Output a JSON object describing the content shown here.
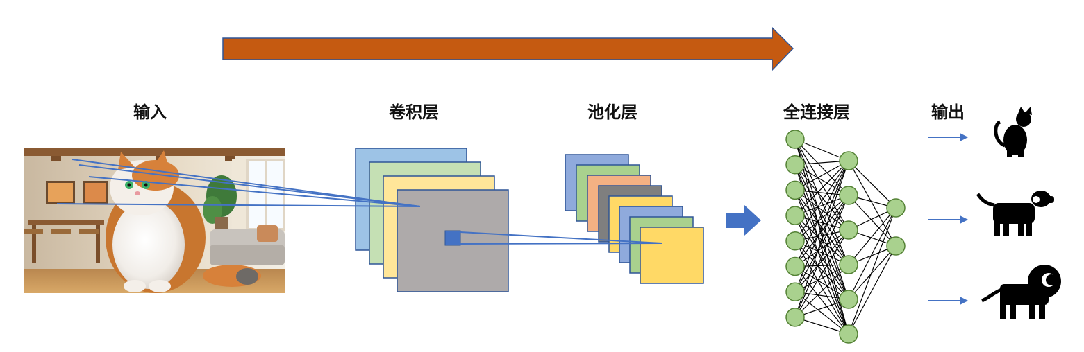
{
  "labels": {
    "input": "输入",
    "conv": "卷积层",
    "pool": "池化层",
    "fc": "全连接层",
    "output": "输出"
  },
  "input_image": {
    "subject": "cat-photo"
  },
  "conv_layer": {
    "feature_map_colors": [
      "#9dc3e6",
      "#c5e0b4",
      "#ffe699",
      "#aeaaaa"
    ],
    "kernel_color": "#4472c4"
  },
  "pool_layer": {
    "feature_map_colors": [
      "#8faadc",
      "#a9d18e",
      "#f4b183",
      "#7f7f7f",
      "#ffd966",
      "#8faadc",
      "#a9d18e",
      "#ffd966"
    ]
  },
  "fc_network": {
    "layer_sizes": [
      8,
      6,
      2
    ],
    "node_color": "#a9d18e",
    "node_border": "#548235"
  },
  "outputs": [
    {
      "icon": "cat-icon"
    },
    {
      "icon": "dog-icon"
    },
    {
      "icon": "lion-icon"
    }
  ],
  "colors": {
    "flow_arrow": "#c55a11",
    "accent_blue": "#4472c4"
  }
}
